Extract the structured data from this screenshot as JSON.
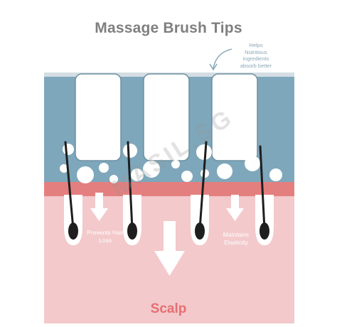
{
  "title": "Massage Brush Tips",
  "note": {
    "lines": [
      "Helps",
      "Nutritious",
      "ingredients",
      "absorb better"
    ]
  },
  "labels": {
    "prevents": "Prevents Hair Loss",
    "maintains": "Maintains Elasticity",
    "scalp": "Scalp"
  },
  "watermark": "MASIL.SG",
  "colors": {
    "title": "#7f7f7f",
    "note": "#8aa7b7",
    "blue_band": "#7ea7bb",
    "pink_band": "#e47f7f",
    "scalp": "#f3c9cb",
    "scalp_label": "#e66f72",
    "hair": "#1e1e1e",
    "arrow": "#ffffff"
  },
  "icons": [
    "curved-arrow-icon",
    "down-arrow-icon"
  ]
}
